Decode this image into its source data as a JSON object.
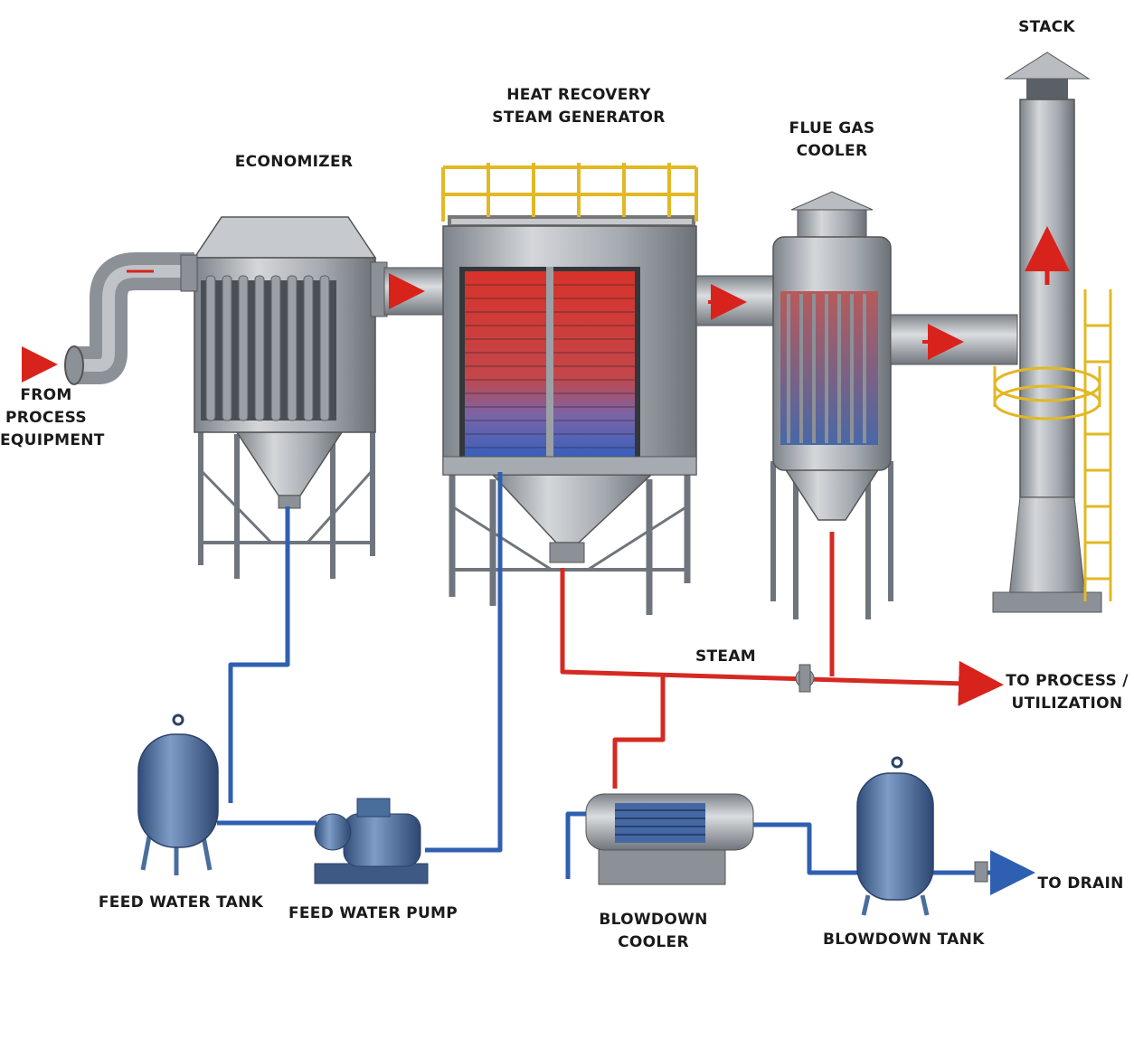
{
  "labels": {
    "economizer": "ECONOMIZER",
    "hrsg": [
      "HEAT RECOVERY",
      "STEAM GENERATOR"
    ],
    "flue_gas_cooler": [
      "FLUE GAS",
      "COOLER"
    ],
    "stack": "STACK",
    "from_process": [
      "FROM",
      "PROCESS",
      "EQUIPMENT"
    ],
    "steam": "STEAM",
    "to_process": [
      "TO PROCESS /",
      "UTILIZATION"
    ],
    "feed_water_tank": "FEED WATER TANK",
    "feed_water_pump": "FEED WATER PUMP",
    "blowdown_cooler": [
      "BLOWDOWN",
      "COOLER"
    ],
    "blowdown_tank": "BLOWDOWN TANK",
    "to_drain": "TO DRAIN"
  },
  "colors": {
    "steel": "#a9adb2",
    "steel_dark": "#6f757c",
    "hot_pipe": "#d42a22",
    "cold_pipe": "#2f5fb0",
    "water_vessel": "#4a6e9c",
    "railing": "#e2b824",
    "flow_arrow": "#d8231c"
  }
}
